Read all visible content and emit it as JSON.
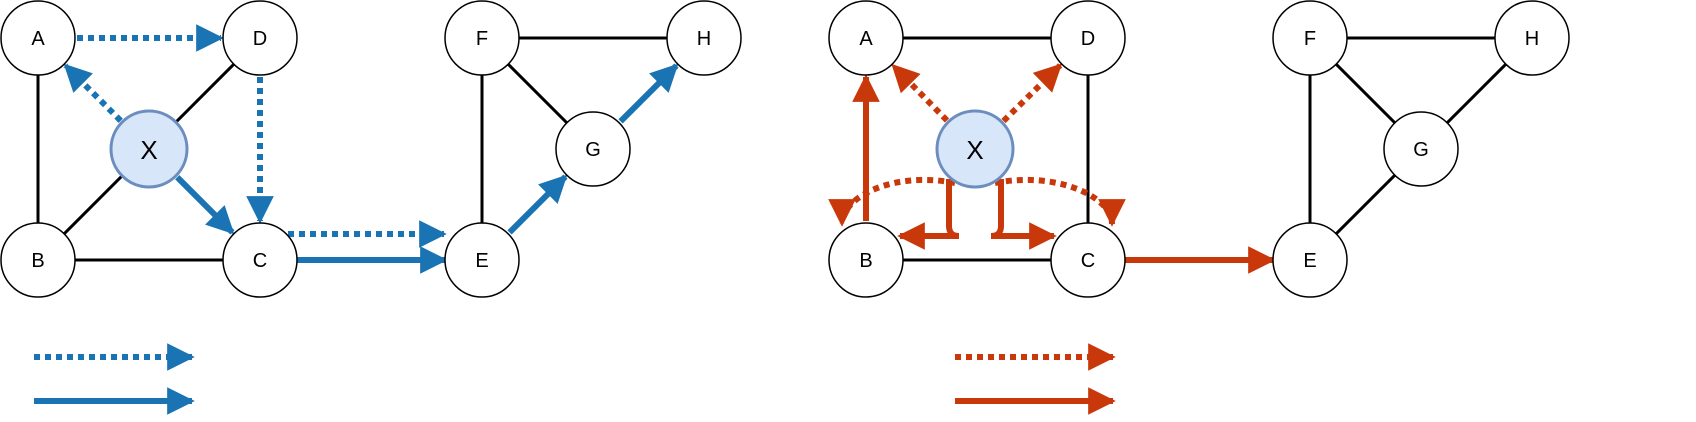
{
  "colors": {
    "left_accent": "#1a73b3",
    "right_accent": "#c9380a",
    "edge": "#000000",
    "node_fill": "#ffffff",
    "node_stroke": "#000000",
    "hub_fill": "#d8e6fa",
    "hub_stroke": "#6c8ebf"
  },
  "panels": [
    {
      "nodes": [
        {
          "id": "A",
          "label": "A"
        },
        {
          "id": "D",
          "label": "D"
        },
        {
          "id": "B",
          "label": "B"
        },
        {
          "id": "C",
          "label": "C"
        },
        {
          "id": "X",
          "label": "X"
        },
        {
          "id": "F",
          "label": "F"
        },
        {
          "id": "H",
          "label": "H"
        },
        {
          "id": "G",
          "label": "G"
        },
        {
          "id": "E",
          "label": "E"
        }
      ],
      "edges": [
        [
          "A",
          "B"
        ],
        [
          "B",
          "X"
        ],
        [
          "X",
          "D"
        ],
        [
          "B",
          "C"
        ],
        [
          "F",
          "E"
        ],
        [
          "F",
          "H"
        ],
        [
          "F",
          "G"
        ]
      ],
      "paths": [
        {
          "from": "A",
          "to": "D",
          "style": "dotted"
        },
        {
          "from": "X",
          "to": "A",
          "style": "dotted"
        },
        {
          "from": "D",
          "to": "C",
          "style": "dotted"
        },
        {
          "from": "C",
          "to": "E",
          "style": "dotted"
        },
        {
          "from": "X",
          "to": "C",
          "style": "solid"
        },
        {
          "from": "C",
          "to": "E",
          "style": "solid"
        },
        {
          "from": "E",
          "to": "G",
          "style": "solid"
        },
        {
          "from": "G",
          "to": "H",
          "style": "solid"
        }
      ],
      "legend": [
        {
          "style": "dotted"
        },
        {
          "style": "solid"
        }
      ]
    },
    {
      "nodes": [
        {
          "id": "A",
          "label": "A"
        },
        {
          "id": "D",
          "label": "D"
        },
        {
          "id": "B",
          "label": "B"
        },
        {
          "id": "C",
          "label": "C"
        },
        {
          "id": "X",
          "label": "X"
        },
        {
          "id": "F",
          "label": "F"
        },
        {
          "id": "H",
          "label": "H"
        },
        {
          "id": "G",
          "label": "G"
        },
        {
          "id": "E",
          "label": "E"
        }
      ],
      "edges": [
        [
          "A",
          "D"
        ],
        [
          "D",
          "C"
        ],
        [
          "B",
          "C"
        ],
        [
          "F",
          "E"
        ],
        [
          "F",
          "H"
        ],
        [
          "F",
          "G"
        ],
        [
          "G",
          "H"
        ],
        [
          "G",
          "E"
        ]
      ],
      "paths": [
        {
          "from": "X",
          "to": "A",
          "style": "dotted"
        },
        {
          "from": "X",
          "to": "D",
          "style": "dotted"
        },
        {
          "from": "X",
          "to": "B",
          "style": "dotted-curve"
        },
        {
          "from": "X",
          "to": "C",
          "style": "dotted-curve"
        },
        {
          "from": "X",
          "to": "B",
          "style": "solid-elbow"
        },
        {
          "from": "X",
          "to": "C",
          "style": "solid-elbow"
        },
        {
          "from": "B",
          "to": "A",
          "style": "solid"
        },
        {
          "from": "C",
          "to": "E",
          "style": "solid"
        }
      ],
      "legend": [
        {
          "style": "dotted"
        },
        {
          "style": "solid"
        }
      ]
    }
  ]
}
